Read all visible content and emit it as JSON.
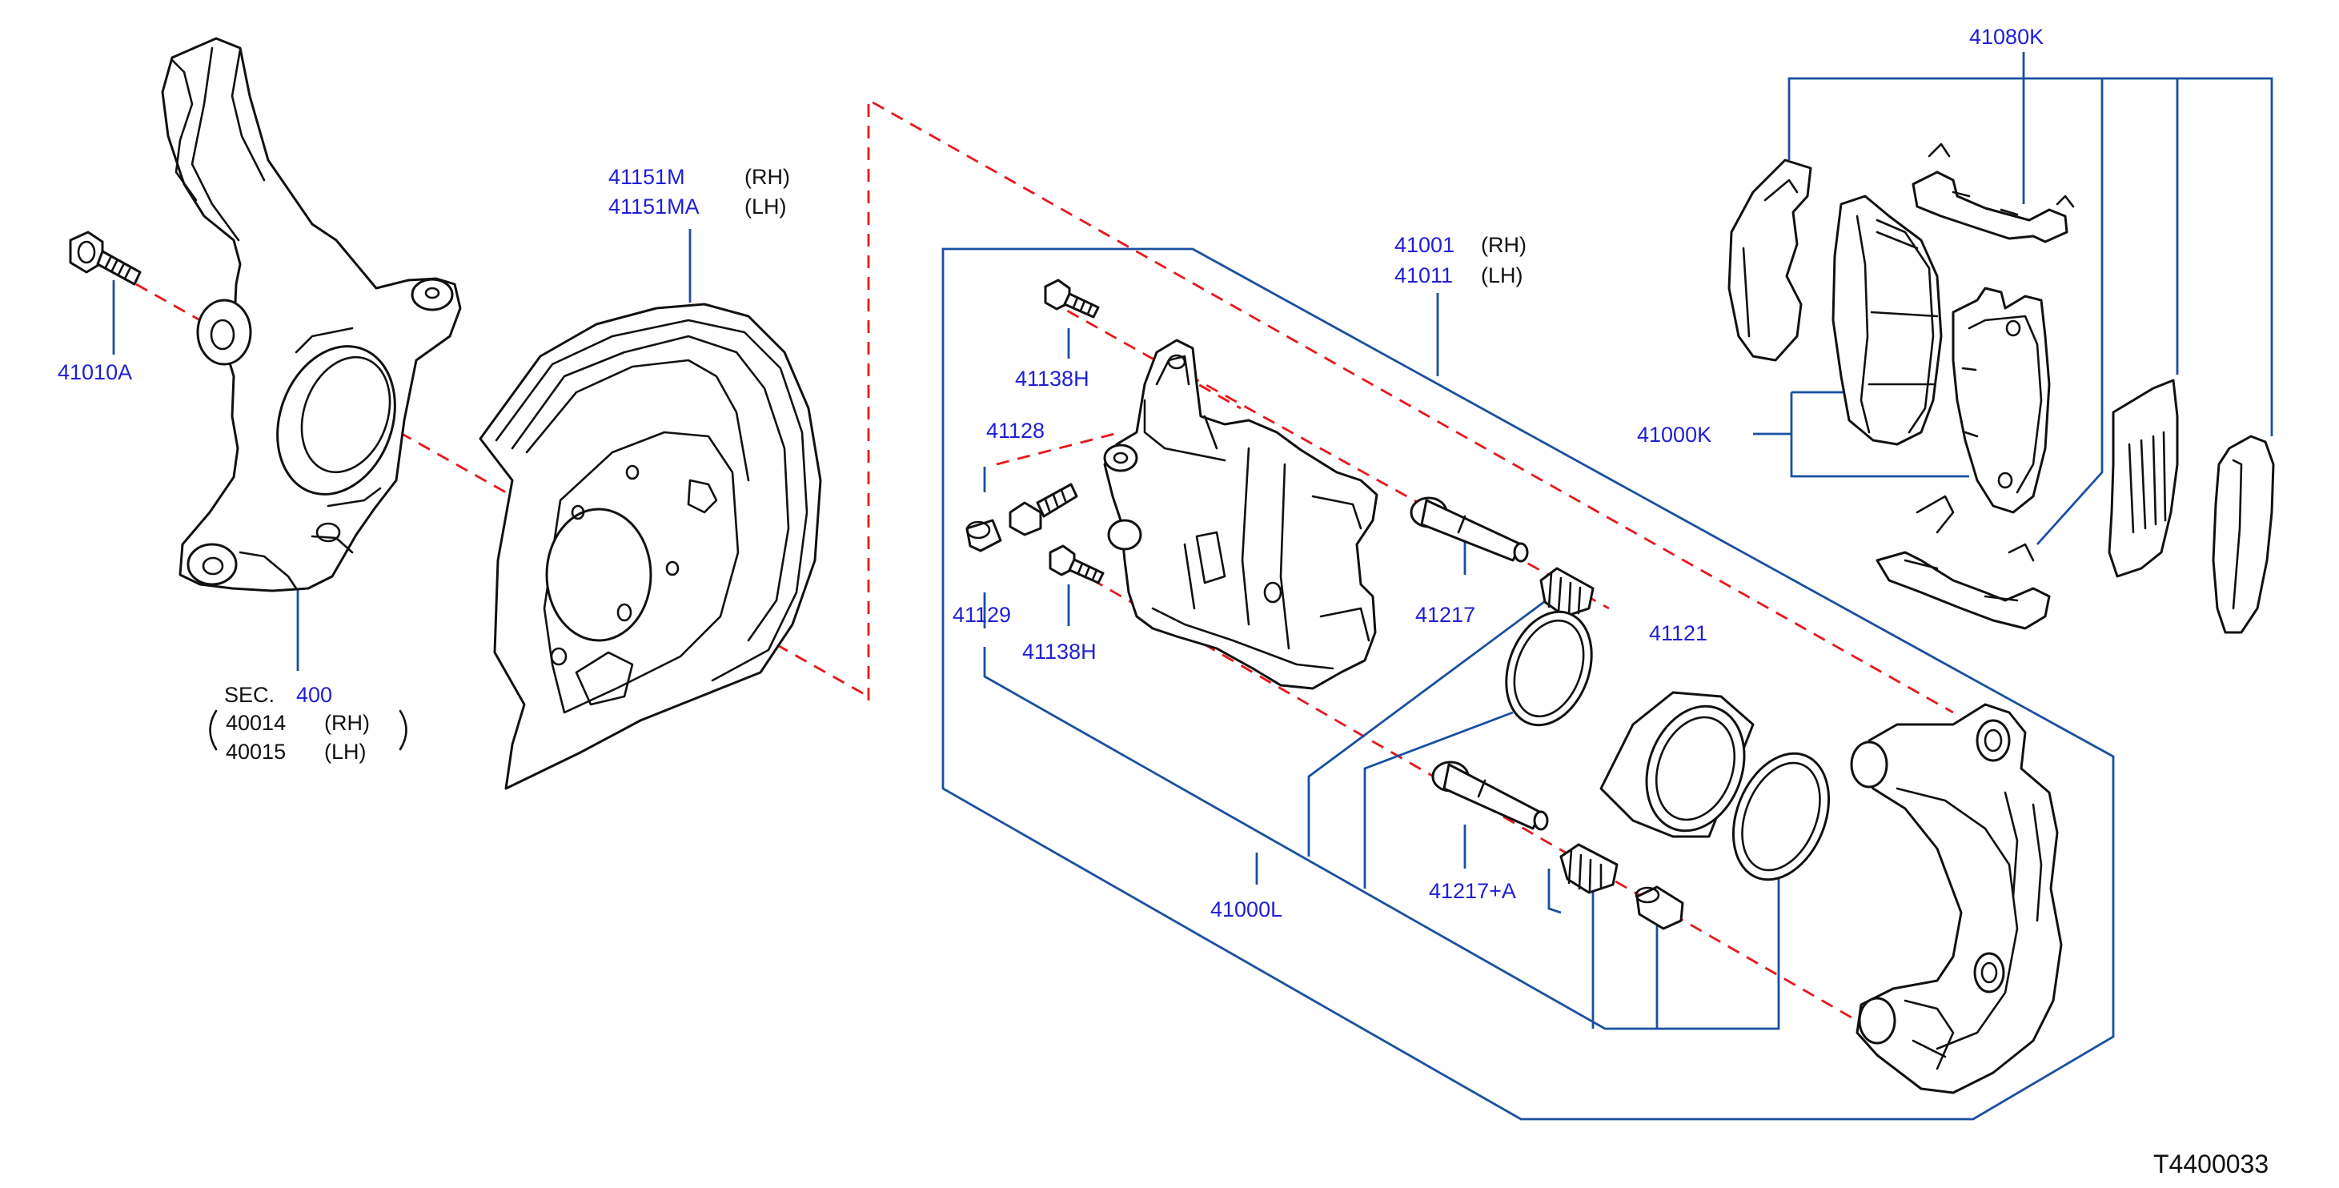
{
  "figure_code": "T4400033",
  "colors": {
    "part_number": "#1f1fd6",
    "leader": "#1a4fa0",
    "centerline": "#e8171b",
    "outline": "#111111"
  },
  "labels": {
    "knuckle_bolt": "41010A",
    "knuckle_sec_prefix": "SEC.",
    "knuckle_sec_number": "400",
    "knuckle_rh": "40014",
    "knuckle_lh": "40015",
    "rh": "(RH)",
    "lh": "(LH)",
    "plate_rh": "41151M",
    "plate_lh": "41151MA",
    "caliper_rh": "41001",
    "caliper_lh": "41011",
    "bolt_upper": "41138H",
    "bolt_lower": "41138H",
    "bleeder": "41128",
    "bleeder_cap": "41129",
    "pin": "41217",
    "pin_a": "41217+A",
    "piston": "41121",
    "seal_kit": "41000L",
    "pad_kit": "41000K",
    "pad_hardware": "41080K"
  }
}
